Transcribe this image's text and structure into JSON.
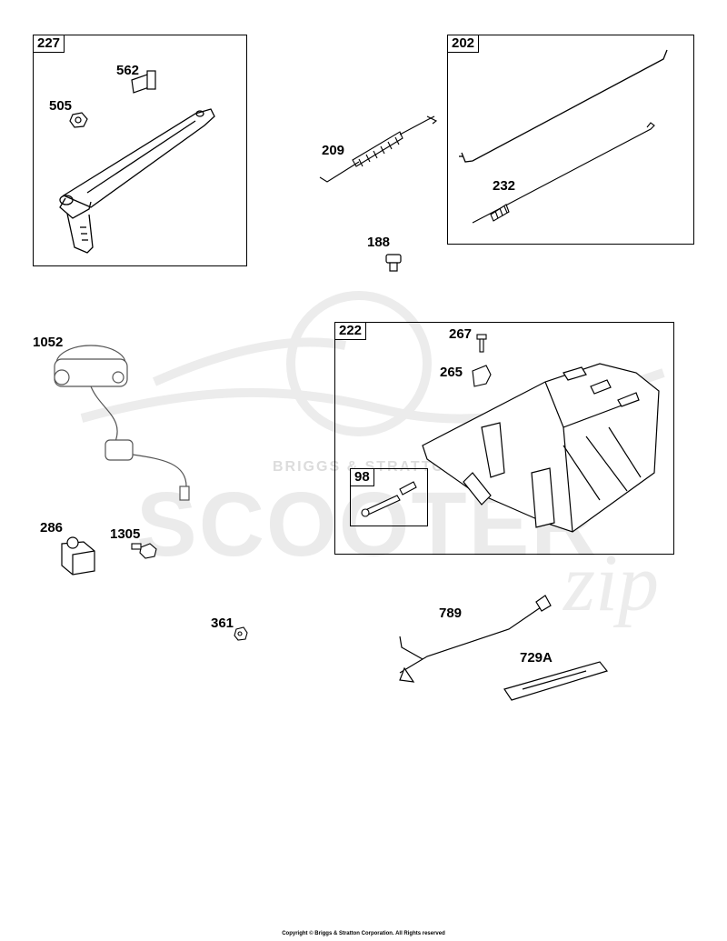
{
  "watermark": {
    "title": "SCOOTER",
    "subtitle": "BRIGGS & STRATTON",
    "script": "zip"
  },
  "frames": {
    "f227": {
      "number": "227"
    },
    "f202": {
      "number": "202"
    },
    "f222": {
      "number": "222"
    },
    "f98": {
      "number": "98"
    }
  },
  "parts": {
    "p562": "562",
    "p505": "505",
    "p209": "209",
    "p232": "232",
    "p188": "188",
    "p1052": "1052",
    "p267": "267",
    "p265": "265",
    "p286": "286",
    "p1305": "1305",
    "p361": "361",
    "p789": "789",
    "p729a": "729A"
  },
  "footer": {
    "copyright": "Copyright © Briggs & Stratton Corporation. All Rights reserved"
  }
}
